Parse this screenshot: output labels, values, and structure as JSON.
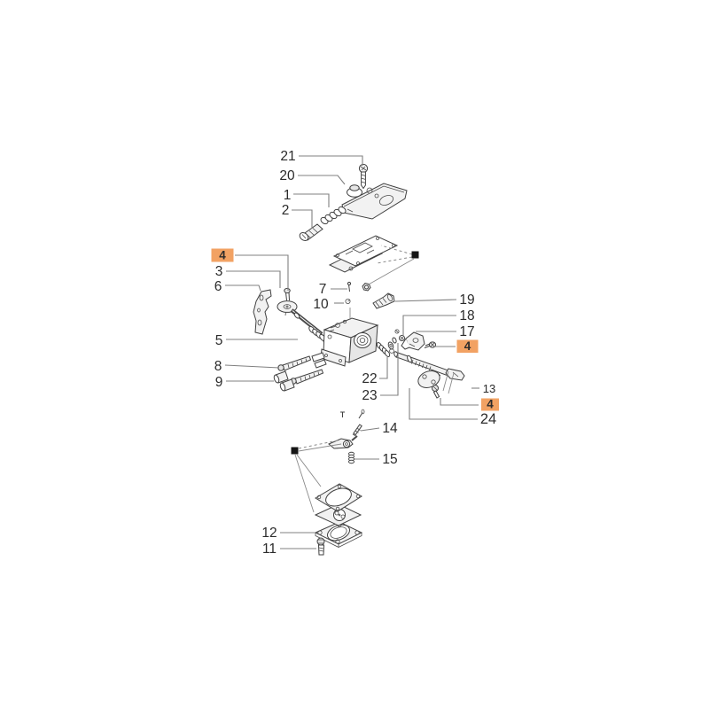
{
  "figure": {
    "type": "exploded-parts-diagram",
    "subject": "carburetor assembly parts diagram",
    "background_color": "#ffffff",
    "highlight_color": "#F2A263",
    "highlight_text_color": "#BF4B00",
    "leader_line_color": "#808080",
    "callout_text_color": "#2b2b2b"
  },
  "callouts": {
    "c21": "21",
    "c20": "20",
    "c1": "1",
    "c2": "2",
    "c4a": "4",
    "c3": "3",
    "c6": "6",
    "c5": "5",
    "c8": "8",
    "c9": "9",
    "c7": "7",
    "c10": "10",
    "c22": "22",
    "c23": "23",
    "c19": "19",
    "c18": "18",
    "c17": "17",
    "c4b": "4",
    "c13": "13",
    "c4c": "4",
    "c24": "24",
    "c14": "14",
    "c15": "15",
    "c12": "12",
    "c11": "11"
  }
}
